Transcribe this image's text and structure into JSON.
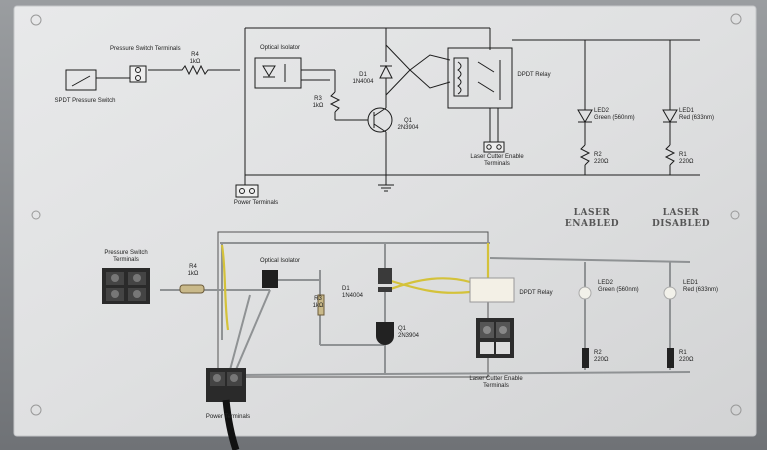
{
  "schematic": {
    "pressure_switch_terminals": "Pressure Switch Terminals",
    "r4": "R4\n1kΩ",
    "optical_isolator": "Optical Isolator",
    "d1": "D1\n1N4004",
    "r3": "R3\n1kΩ",
    "q1": "Q1\n2N3904",
    "relay": "DPDT Relay",
    "spdt": "SPDT Pressure Switch",
    "power_terminals": "Power Terminals",
    "laser_cutter_terminals": "Laser Cutter Enable Terminals",
    "led2": "LED2\nGreen (560nm)",
    "led1": "LED1\nRed (633nm)",
    "r2": "R2\n220Ω",
    "r1": "R1\n220Ω"
  },
  "status": {
    "enabled": "LASER\nENABLED",
    "disabled": "LASER\nDISABLED"
  },
  "board": {
    "pressure_switch_terminals": "Pressure Switch Terminals",
    "r4": "R4\n1kΩ",
    "optical_isolator": "Optical Isolator",
    "d1": "D1\n1N4004",
    "r3": "R3\n1kΩ",
    "q1": "Q1\n2N3904",
    "relay": "DPDT Relay",
    "led2": "LED2\nGreen (560nm)",
    "led1": "LED1\nRed (633nm)",
    "r2": "R2\n220Ω",
    "r1": "R1\n220Ω",
    "laser_cutter_terminals": "Laser Cutter Enable Terminals",
    "power_terminals": "Power Terminals"
  }
}
